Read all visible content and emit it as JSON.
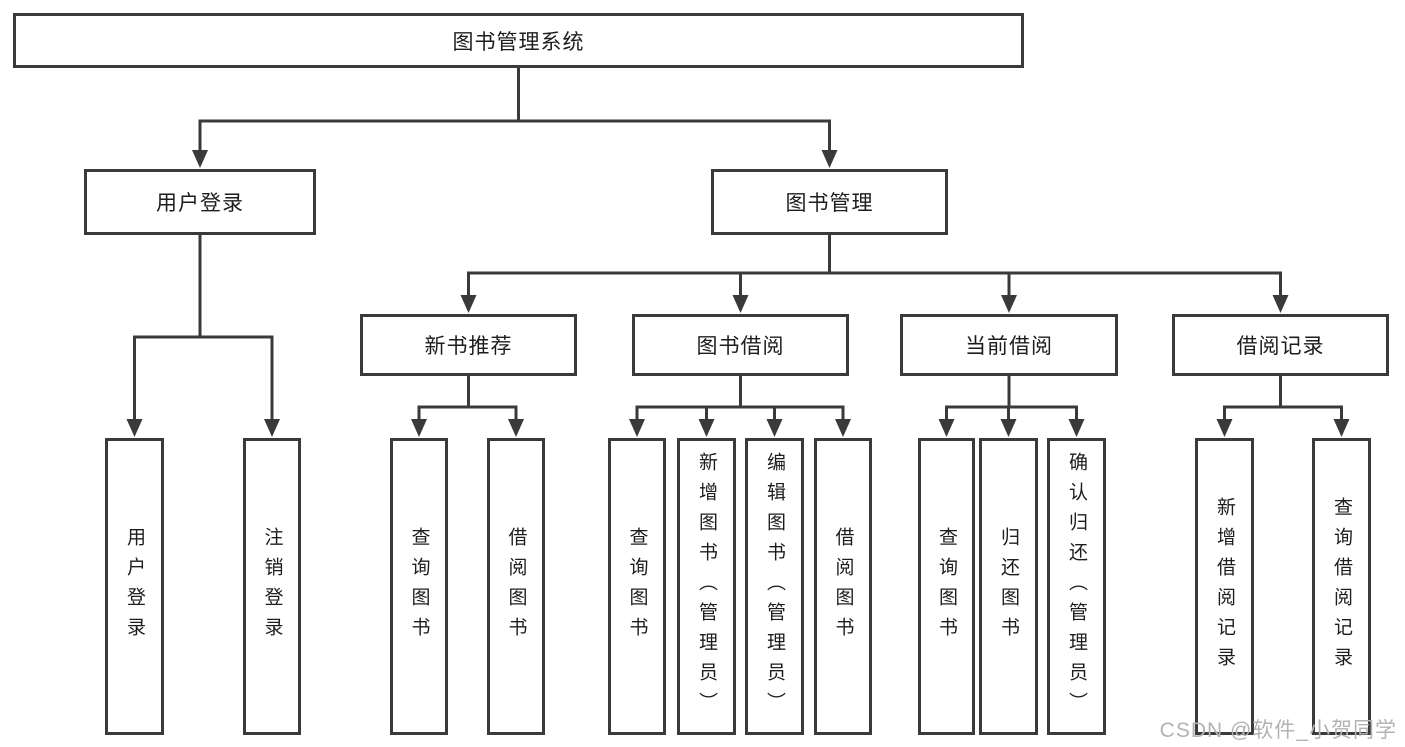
{
  "diagram_type": "hierarchy-tree",
  "hierarchy": {
    "root": "图书管理系统",
    "children": [
      {
        "label": "用户登录",
        "children": [
          "用户登录",
          "注销登录"
        ]
      },
      {
        "label": "图书管理",
        "children": [
          {
            "label": "新书推荐",
            "children": [
              "查询图书",
              "借阅图书"
            ]
          },
          {
            "label": "图书借阅",
            "children": [
              "查询图书",
              "新增图书（管理员）",
              "编辑图书（管理员）",
              "借阅图书"
            ]
          },
          {
            "label": "当前借阅",
            "children": [
              "查询图书",
              "归还图书",
              "确认归还（管理员）"
            ]
          },
          {
            "label": "借阅记录",
            "children": [
              "新增借阅记录",
              "查询借阅记录"
            ]
          }
        ]
      }
    ]
  },
  "watermark": {
    "text": "CSDN @软件_小贺同学"
  },
  "colors": {
    "background": "#ffffff",
    "line": "#3a3a3a",
    "box_border": "#3a3a3a",
    "box_fill": "#ffffff",
    "text": "#1d1d1d",
    "watermark": "#b3b3b3"
  }
}
